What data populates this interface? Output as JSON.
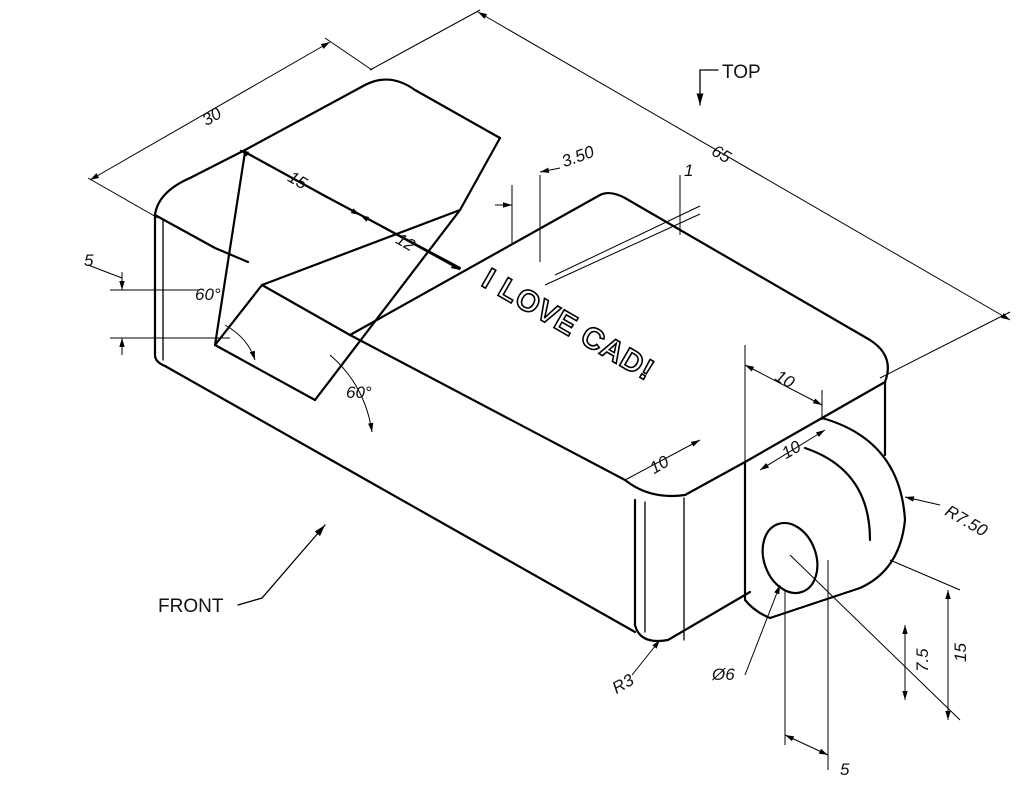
{
  "views": {
    "top": "TOP",
    "front": "FRONT"
  },
  "dimensions": {
    "overall_length": "65",
    "depth": "30",
    "slot_top_width": "15",
    "slot_bottom_width": "12",
    "slot_depth": "5",
    "angle_left": "60°",
    "angle_right": "60°",
    "text_depth": "3.50",
    "text_height": "1",
    "ear_offset_top": "10",
    "ear_width": "10",
    "ear_length": "10",
    "ear_radius": "R7.50",
    "hole_center": "7.5",
    "ear_height": "15",
    "hole_diameter": "Ø6",
    "edge_radius": "R3",
    "hole_offset": "5"
  },
  "engraving": "I LOVE CAD!",
  "colors": {
    "line": "#000000",
    "background": "#ffffff"
  }
}
